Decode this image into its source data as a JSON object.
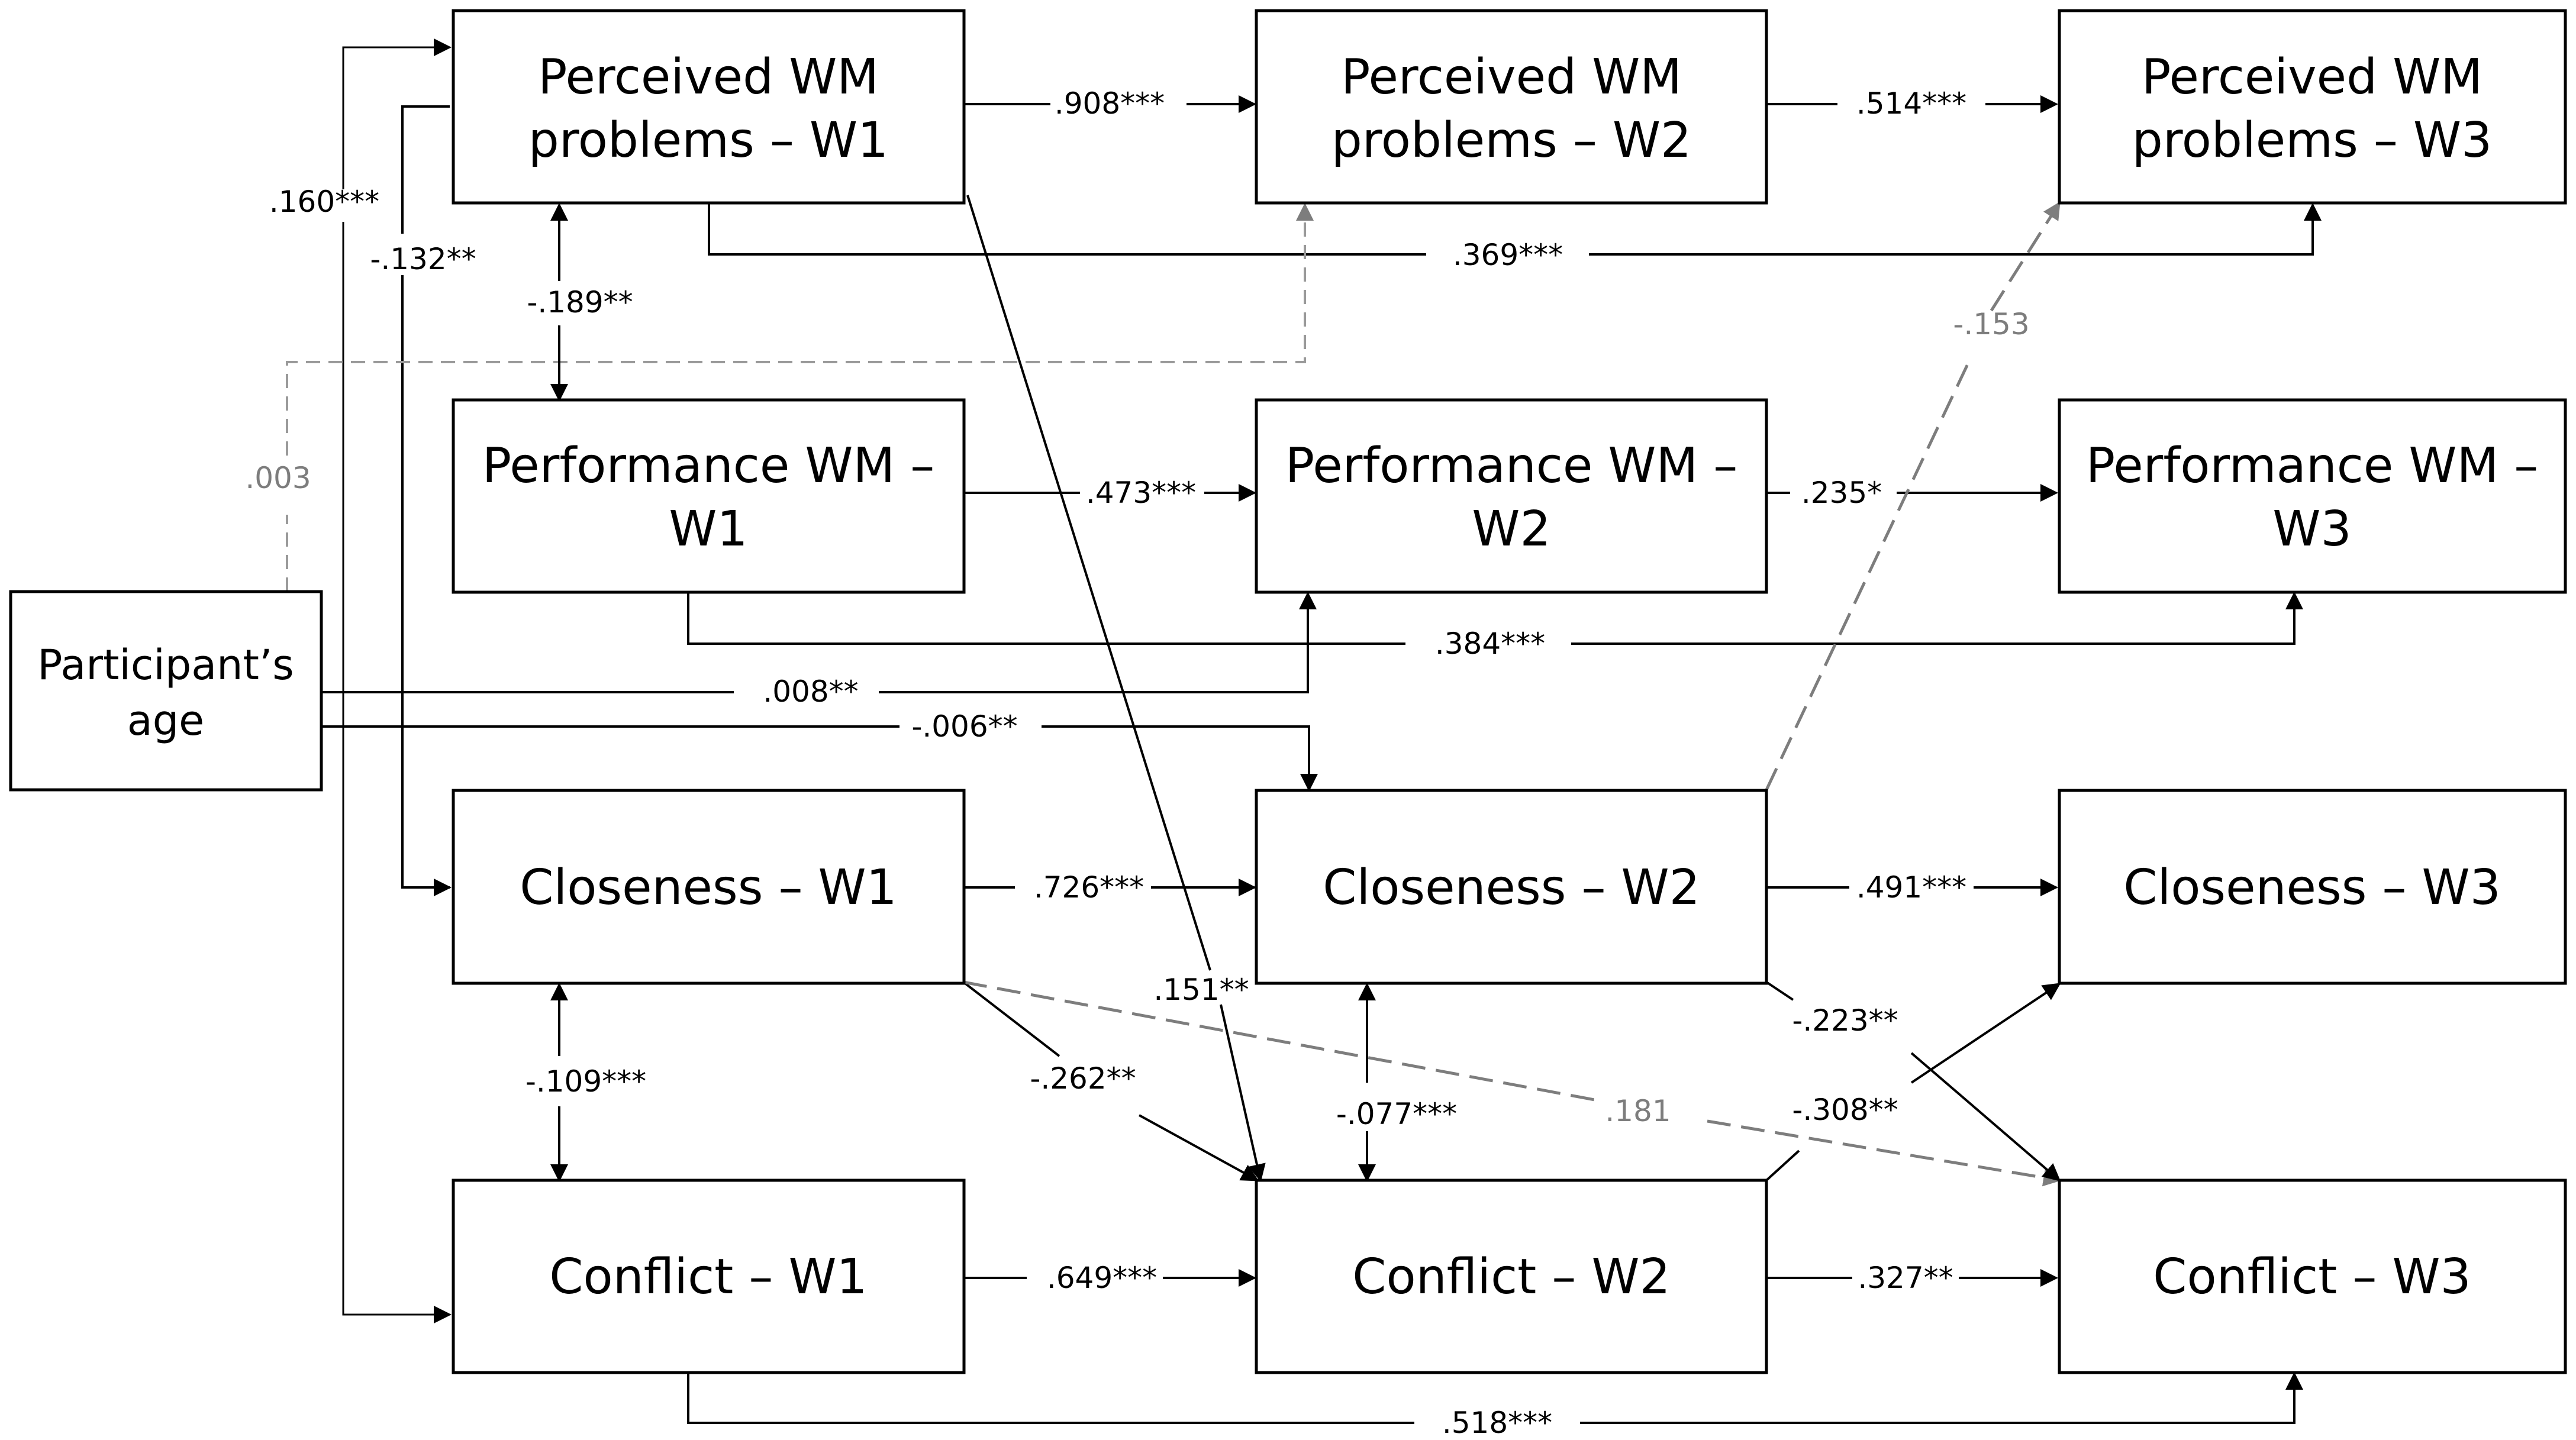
{
  "nodes": {
    "age": {
      "line1": "Participant’s",
      "line2": "age"
    },
    "pwm_w1": {
      "line1": "Perceived WM",
      "line2": "problems – W1"
    },
    "pwm_w2": {
      "line1": "Perceived WM",
      "line2": "problems – W2"
    },
    "pwm_w3": {
      "line1": "Perceived WM",
      "line2": "problems – W3"
    },
    "perf_w1": {
      "line1": "Performance WM –",
      "line2": "W1"
    },
    "perf_w2": {
      "line1": "Performance WM –",
      "line2": "W2"
    },
    "perf_w3": {
      "line1": "Performance WM –",
      "line2": "W3"
    },
    "close_w1": {
      "line1": "Closeness – W1"
    },
    "close_w2": {
      "line1": "Closeness – W2"
    },
    "close_w3": {
      "line1": "Closeness – W3"
    },
    "conf_w1": {
      "line1": "Conflict – W1"
    },
    "conf_w2": {
      "line1": "Conflict – W2"
    },
    "conf_w3": {
      "line1": "Conflict – W3"
    }
  },
  "paths": {
    "pwm12": ".908***",
    "pwm23": ".514***",
    "pwm13": ".369***",
    "perf12": ".473***",
    "perf23": ".235*",
    "perf13": ".384***",
    "close12": ".726***",
    "close23": ".491***",
    "conf12": ".649***",
    "conf23": ".327**",
    "conf13": ".518***",
    "age_pwm1": ".160***",
    "age_close1": "-.132**",
    "age_pwm2": ".003",
    "age_perf2": ".008**",
    "age_close2": "-.006**",
    "pwm1_perf1": "-.189**",
    "close1_conf1": "-.109***",
    "close2_conf2": "-.077***",
    "pwm1_conf2": ".151**",
    "close1_conf2": "-.262**",
    "close1_conf3": ".181",
    "close2_pwm3": "-.153",
    "close2_conf3": "-.223**",
    "conf2_close3": "-.308**"
  },
  "colors": {
    "solid": "#000000",
    "nonsignificant": "#7d7d7d"
  }
}
